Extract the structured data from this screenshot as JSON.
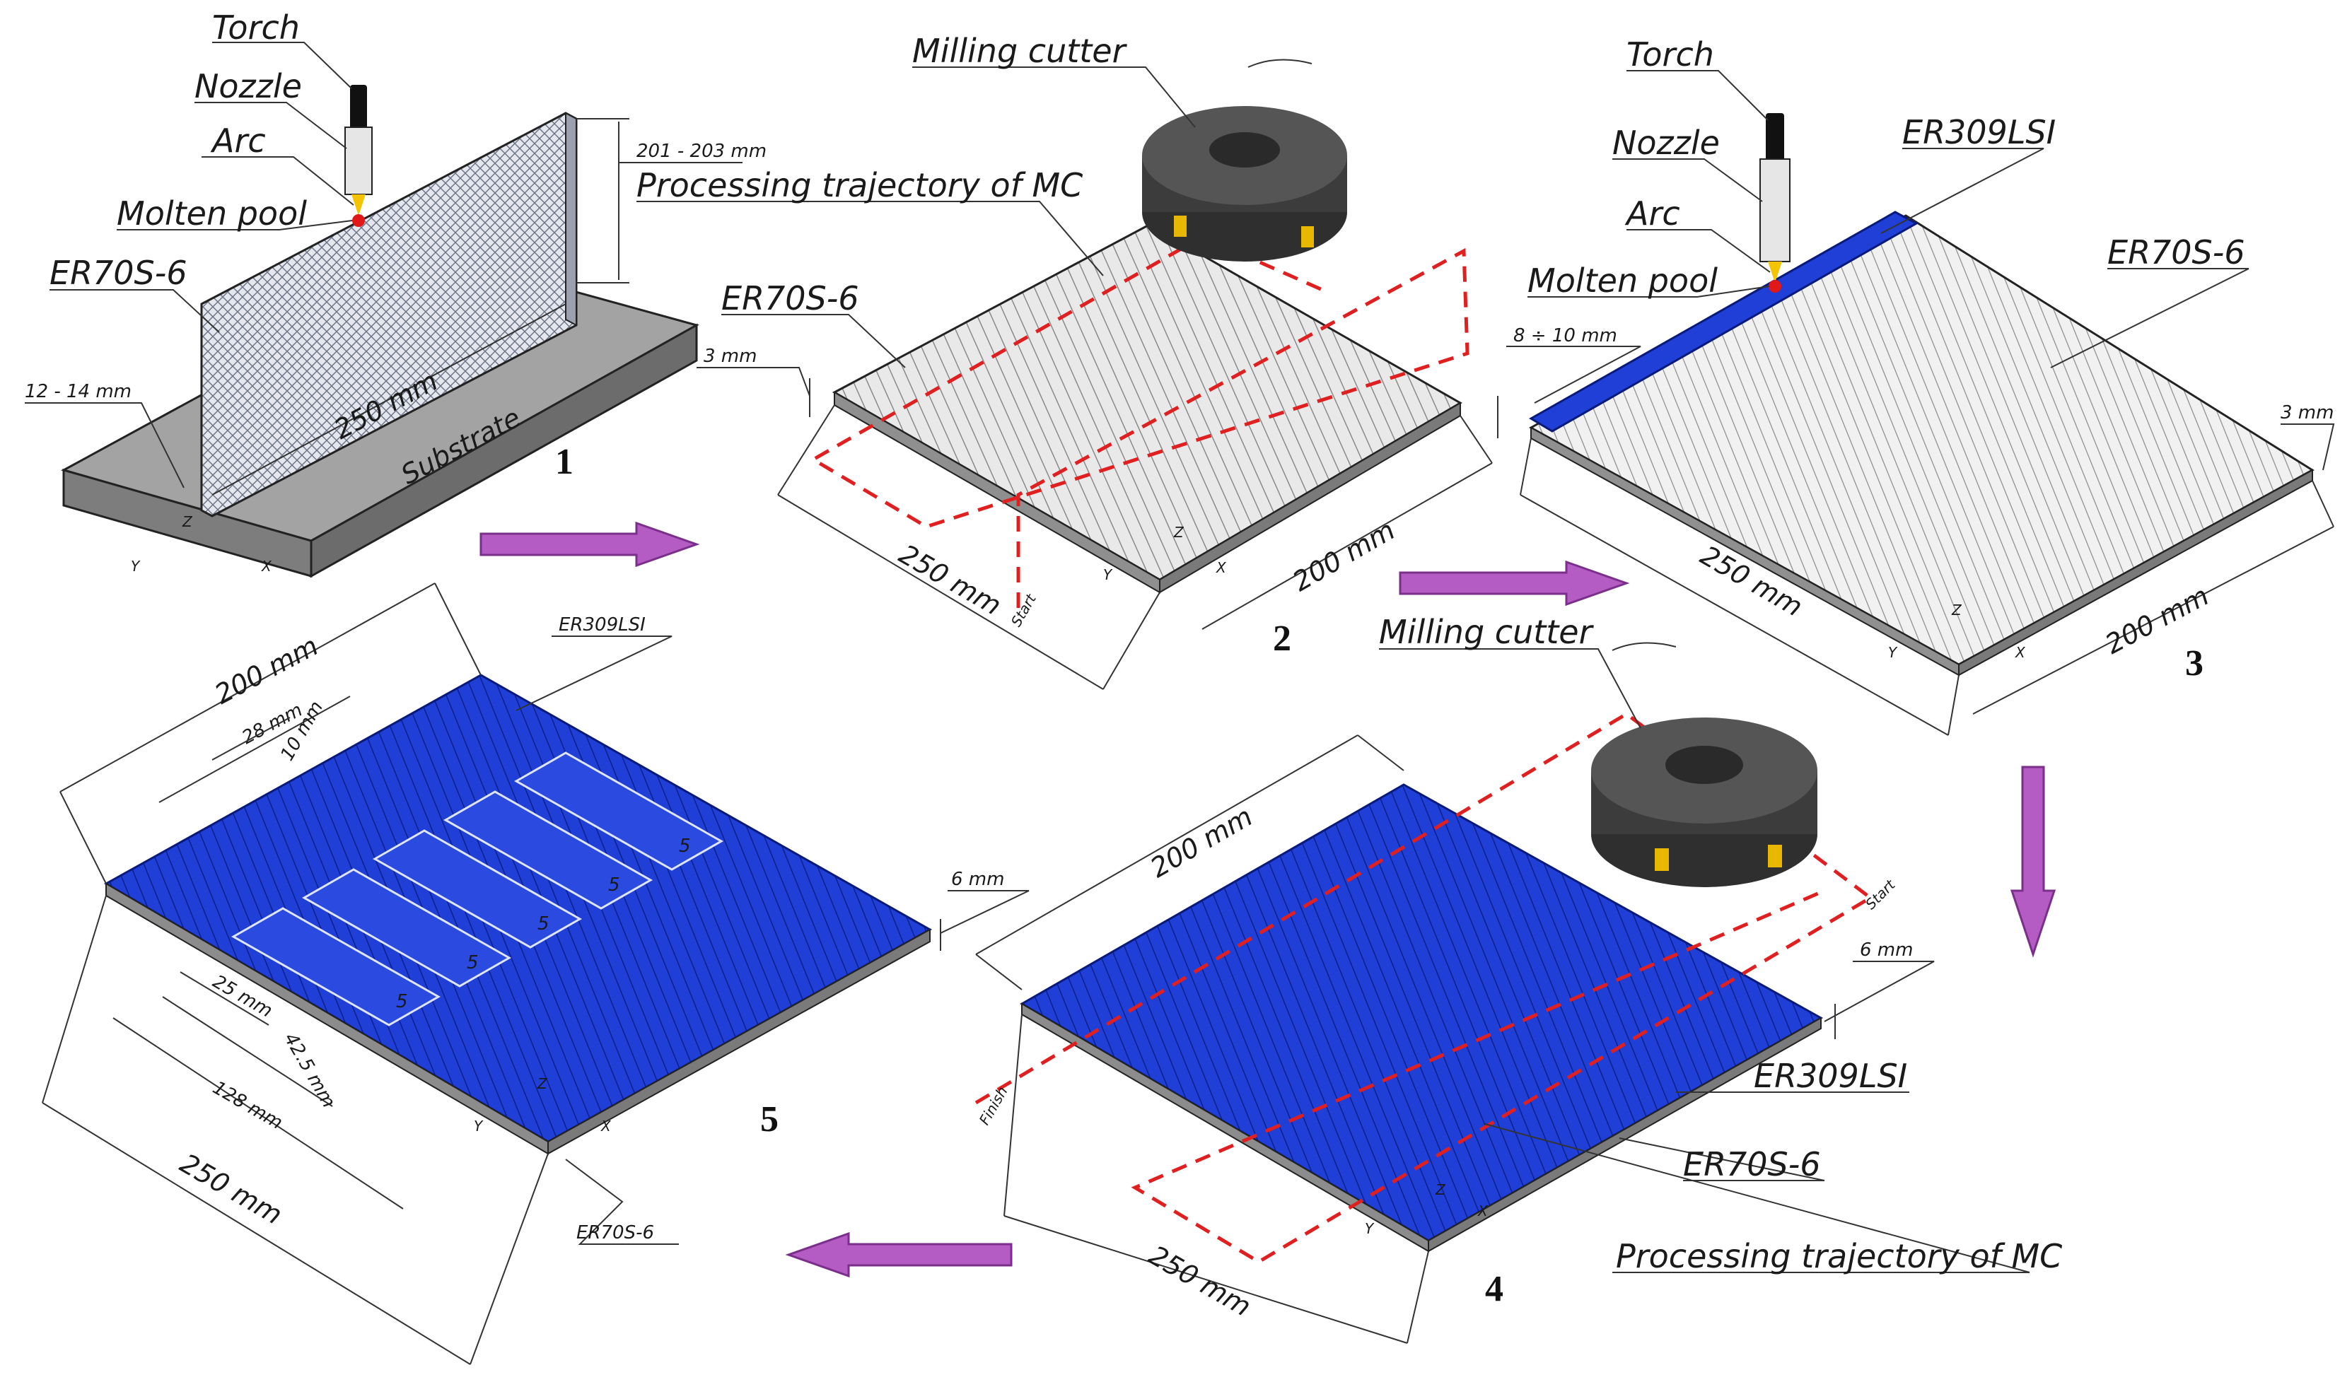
{
  "colors": {
    "steel_gray": "#9a9a9a",
    "substrate_gray": "#8c8c8c",
    "er309lsi_blue": "#1f3fd6",
    "trajectory_red": "#e02020",
    "flow_arrow": "#b45cc4",
    "cutter_dark": "#3c3c3c"
  },
  "step1": {
    "number": "1",
    "torch": "Torch",
    "nozzle": "Nozzle",
    "arc": "Arc",
    "molten_pool": "Molten pool",
    "material": "ER70S-6",
    "height_dim": "201 - 203 mm",
    "length_dim": "250 mm",
    "width_dim": "12 - 14 mm",
    "substrate": "Substrate"
  },
  "step2": {
    "number": "2",
    "milling_cutter": "Milling cutter",
    "trajectory": "Processing trajectory of MC",
    "material": "ER70S-6",
    "thickness_dim": "3 mm",
    "length_dim": "250 mm",
    "width_dim": "200 mm",
    "start": "Start"
  },
  "step3": {
    "number": "3",
    "torch": "Torch",
    "nozzle": "Nozzle",
    "arc": "Arc",
    "molten_pool": "Molten pool",
    "clad_material": "ER309LSI",
    "base_material": "ER70S-6",
    "bead_dim": "8 ÷ 10 mm",
    "thickness_dim": "3 mm",
    "length_dim": "250 mm",
    "width_dim": "200 mm"
  },
  "step4": {
    "number": "4",
    "milling_cutter": "Milling cutter",
    "width_dim": "200 mm",
    "length_dim": "250 mm",
    "thickness_dim": "6 mm",
    "clad_material": "ER309LSI",
    "base_material": "ER70S-6",
    "trajectory": "Processing trajectory of MC",
    "start": "Start",
    "finish": "Finish"
  },
  "step5": {
    "number": "5",
    "clad_material": "ER309LSI",
    "base_material": "ER70S-6",
    "width_dim": "200 mm",
    "pitch_dim": "28 mm",
    "gauge_dim": "10 mm",
    "thickness_dim": "6 mm",
    "grip_dim": "25 mm",
    "offset_dim": "42.5 mm",
    "span_dim": "128 mm",
    "length_dim": "250 mm",
    "specimen_mark": "5"
  },
  "axes": {
    "x": "X",
    "y": "Y",
    "z": "Z"
  }
}
